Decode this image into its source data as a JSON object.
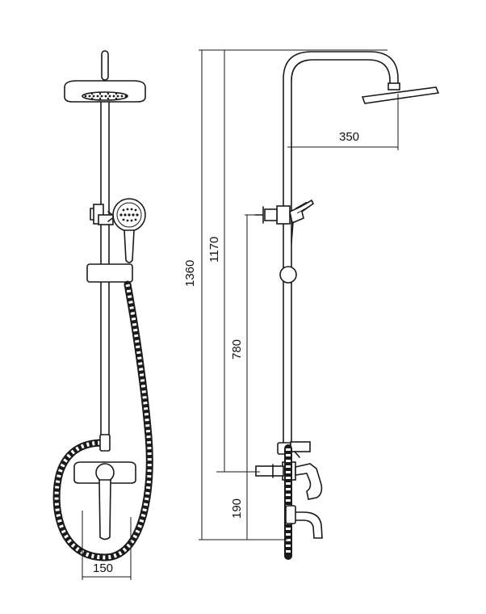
{
  "dimensions": {
    "d1360": "1360",
    "d1170": "1170",
    "d780": "780",
    "d190": "190",
    "d350": "350",
    "d150": "150"
  }
}
